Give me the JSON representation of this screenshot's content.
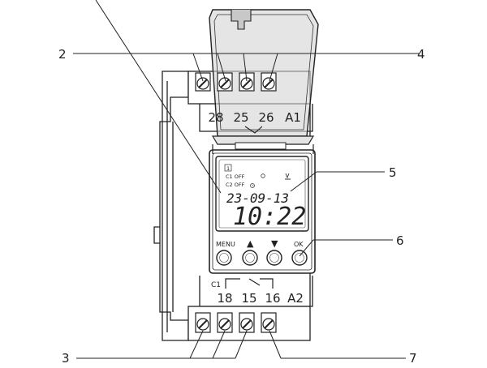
{
  "callouts": {
    "c2": "2",
    "c3": "3",
    "c4": "4",
    "c5": "5",
    "c6": "6",
    "c7": "7"
  },
  "top_terminals": [
    "28",
    "25",
    "26",
    "A1"
  ],
  "bottom_terminals": [
    "18",
    "15",
    "16",
    "A2"
  ],
  "relay_label": "C1",
  "display": {
    "slot": "1",
    "c1_state": "C1 OFF",
    "c2_state": "C2 OFF",
    "date": "23-09-13",
    "time": "10:22"
  },
  "buttons": {
    "menu": "MENU",
    "up_symbol": "▲",
    "down_symbol": "▼",
    "ok": "OK"
  },
  "colors": {
    "line": "#222222",
    "cover_tint": "#d3d3d3",
    "lcd_bg": "#ffffff"
  }
}
